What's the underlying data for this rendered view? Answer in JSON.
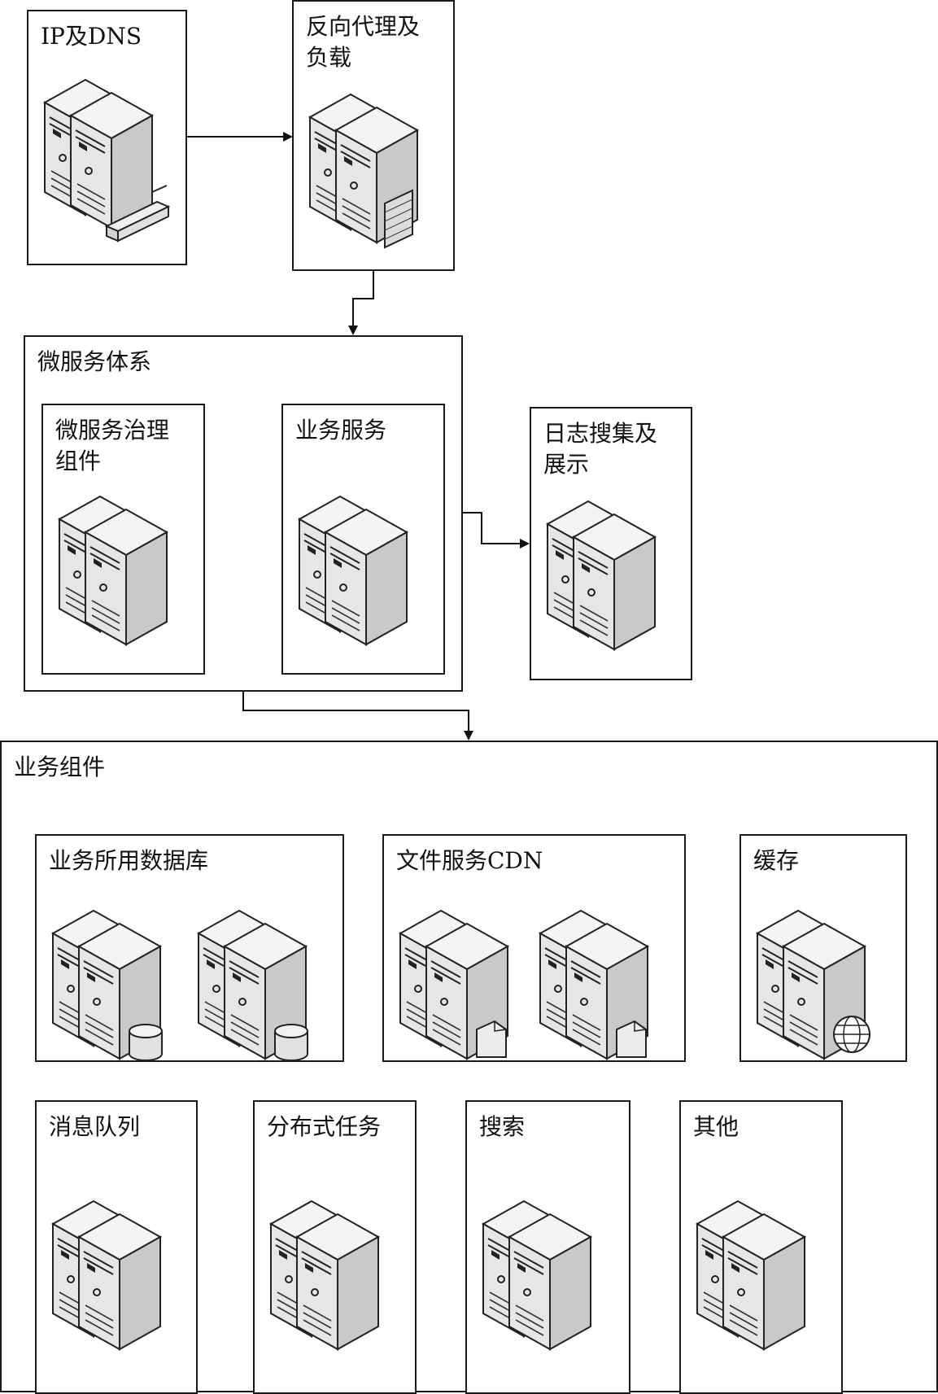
{
  "nodes": {
    "ip_dns": {
      "label": "IP及DNS"
    },
    "proxy": {
      "label": "反向代理及\n负载"
    },
    "microservice_system": {
      "label": "微服务体系"
    },
    "governance": {
      "label": "微服务治理\n组件"
    },
    "business_service": {
      "label": "业务服务"
    },
    "log": {
      "label": "日志搜集及\n展示"
    },
    "business_components": {
      "label": "业务组件"
    },
    "database": {
      "label": "业务所用数据库"
    },
    "file_cdn": {
      "label": "文件服务CDN"
    },
    "cache": {
      "label": "缓存"
    },
    "mq": {
      "label": "消息队列"
    },
    "distributed_task": {
      "label": "分布式任务"
    },
    "search": {
      "label": "搜索"
    },
    "other": {
      "label": "其他"
    }
  },
  "edges": [
    {
      "from": "ip_dns",
      "to": "proxy"
    },
    {
      "from": "proxy",
      "to": "microservice_system"
    },
    {
      "from": "microservice_system",
      "to": "log"
    },
    {
      "from": "microservice_system",
      "to": "business_components"
    }
  ],
  "icons": {
    "ip_dns": "server-rack-icon",
    "proxy": "server-firewall-icon",
    "database": "database-cylinder-icon",
    "file_cdn": "file-icon",
    "cache": "globe-icon"
  }
}
